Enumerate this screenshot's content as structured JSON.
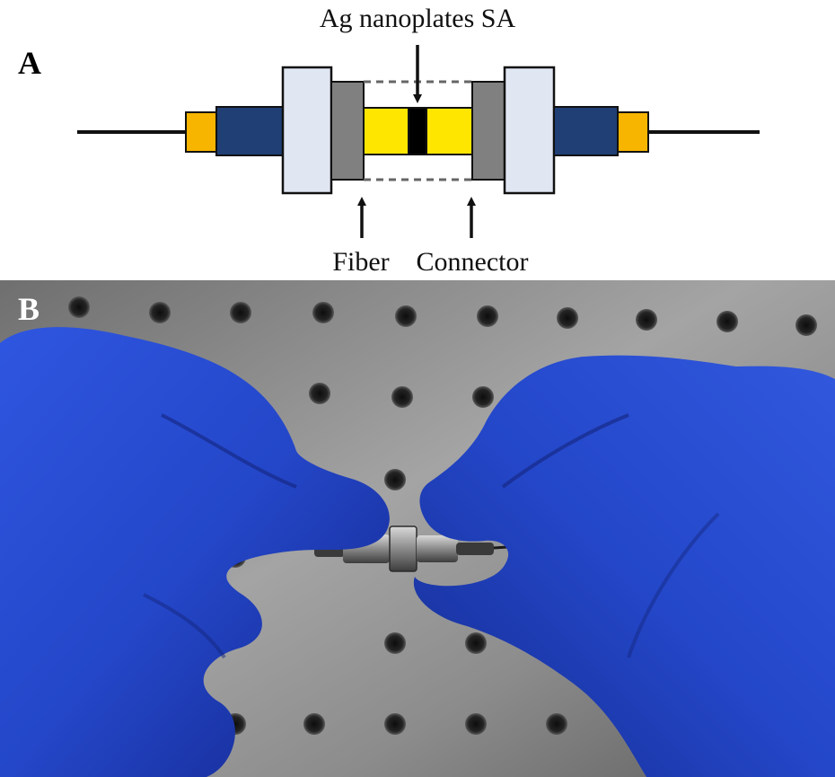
{
  "panel_a": {
    "letter": "A",
    "label_top": "Ag nanoplates SA",
    "label_bottom_left": "Fiber",
    "label_bottom_right": "Connector"
  },
  "panel_b": {
    "letter": "B"
  },
  "colors": {
    "ferrule_orange": "#F7B500",
    "boot_blue": "#1F3F75",
    "flange_light": "#E0E6F2",
    "nut_gray": "#808080",
    "sleeve_yellow": "#FFE600",
    "sa_black": "#000000",
    "glove_blue": "#2447C9",
    "table_gray": "#8E8E8E"
  }
}
